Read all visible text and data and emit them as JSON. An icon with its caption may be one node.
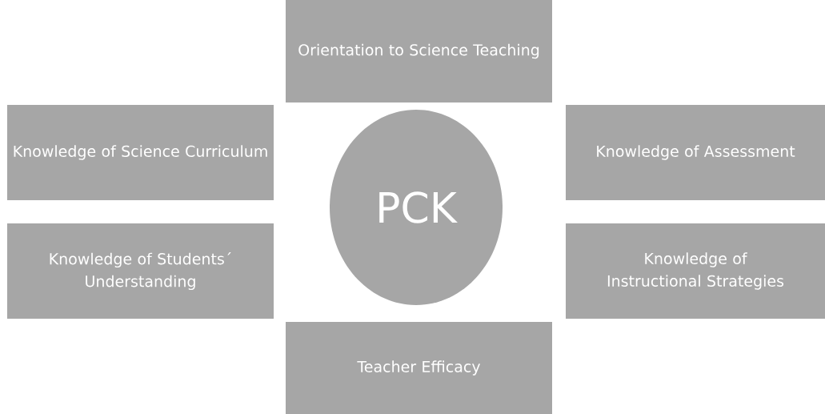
{
  "diagram": {
    "nodes": [
      {
        "text": [
          "Orientation to Science Teaching"
        ]
      },
      {
        "text": [
          "Knowledge of Science Curriculum"
        ]
      },
      {
        "text": [
          "Knowledge of Assessment"
        ]
      },
      {
        "text": [
          "PCK"
        ]
      },
      {
        "text": [
          "Knowledge of Students´ Understanding"
        ]
      },
      {
        "text": [
          "Knowledge of Instructional Strategies"
        ]
      },
      {
        "text": [
          "Teacher Efficacy"
        ]
      }
    ]
  }
}
